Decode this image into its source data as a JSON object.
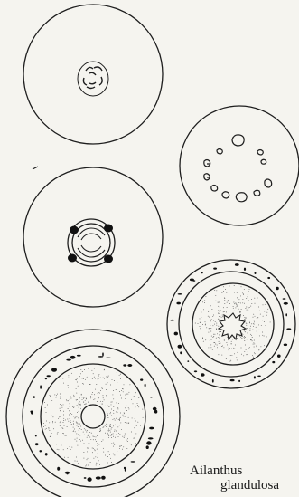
{
  "caption": {
    "genus": "Ailanthus",
    "species": "glandulosa"
  },
  "figure": {
    "line_color": "#1e1e1e",
    "paper_color": "#f5f4ef",
    "panels": [
      "section-top-left",
      "section-middle-left",
      "section-bottom-left",
      "section-top-right",
      "section-middle-right"
    ]
  }
}
